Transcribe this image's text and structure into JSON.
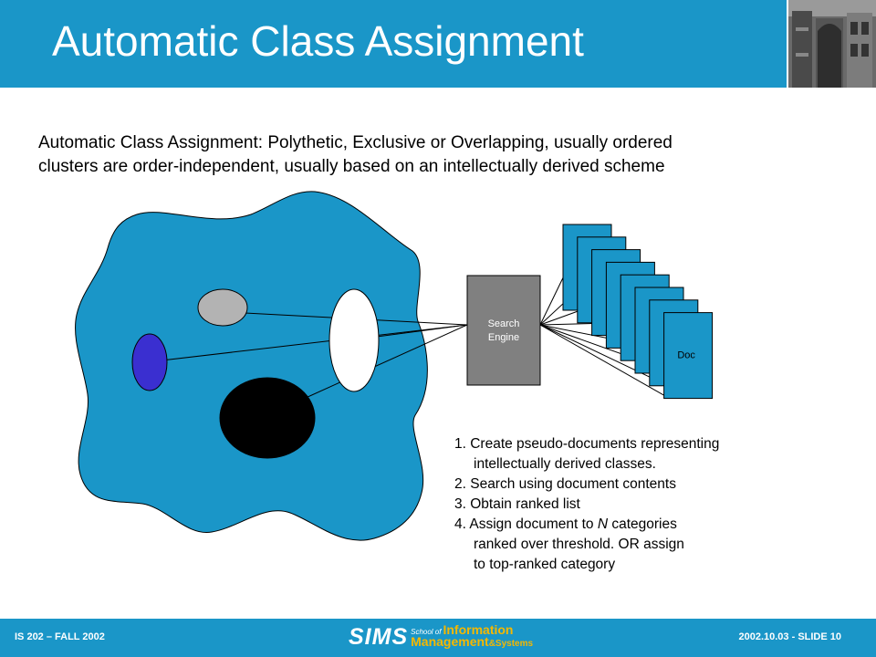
{
  "slide": {
    "title": "Automatic Class Assignment",
    "intro_line1": "Automatic Class Assignment: Polythetic, Exclusive or Overlapping,  usually ordered",
    "intro_line2": "clusters are order-independent, usually based on an intellectually derived scheme"
  },
  "diagram": {
    "engine_line1": "Search",
    "engine_line2": "Engine",
    "doc_label": "Doc",
    "colors": {
      "blob": "#1a96c8",
      "gray_oval": "#b3b3b3",
      "blue_oval": "#3a2fd0",
      "white_oval": "#ffffff",
      "black_oval": "#000000",
      "engine": "#808080",
      "doc": "#1a96c8"
    }
  },
  "steps": [
    "1. Create pseudo-documents representing",
    "intellectually derived classes.",
    "2. Search using document contents",
    "3. Obtain ranked list",
    "4. Assign document to ",
    "N",
    " categories",
    "ranked over threshold. OR assign",
    "to top-ranked category"
  ],
  "footer": {
    "left": "IS 202 – FALL 2002",
    "right": "2002.10.03 - SLIDE 10",
    "logo_sims": "SIMS",
    "logo_school": "School of",
    "logo_information": "Information",
    "logo_management": "Management",
    "logo_systems": "&Systems"
  }
}
